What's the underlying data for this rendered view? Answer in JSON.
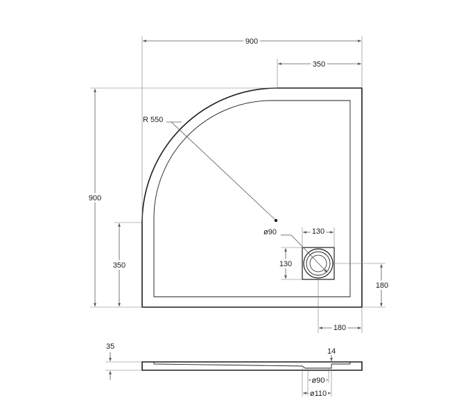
{
  "plan": {
    "width_label": "900",
    "top_straight_label": "350",
    "height_label": "900",
    "left_straight_label": "350",
    "radius_label": "R 550",
    "drain_diameter_label": "ø90",
    "drain_box_width_label": "130",
    "drain_box_height_label": "130",
    "drain_offset_x_label": "180",
    "drain_offset_y_label": "180"
  },
  "section": {
    "thickness_label": "35",
    "rim_label": "14",
    "drain_inner_label": "ø90",
    "drain_outer_label": "ø110"
  }
}
